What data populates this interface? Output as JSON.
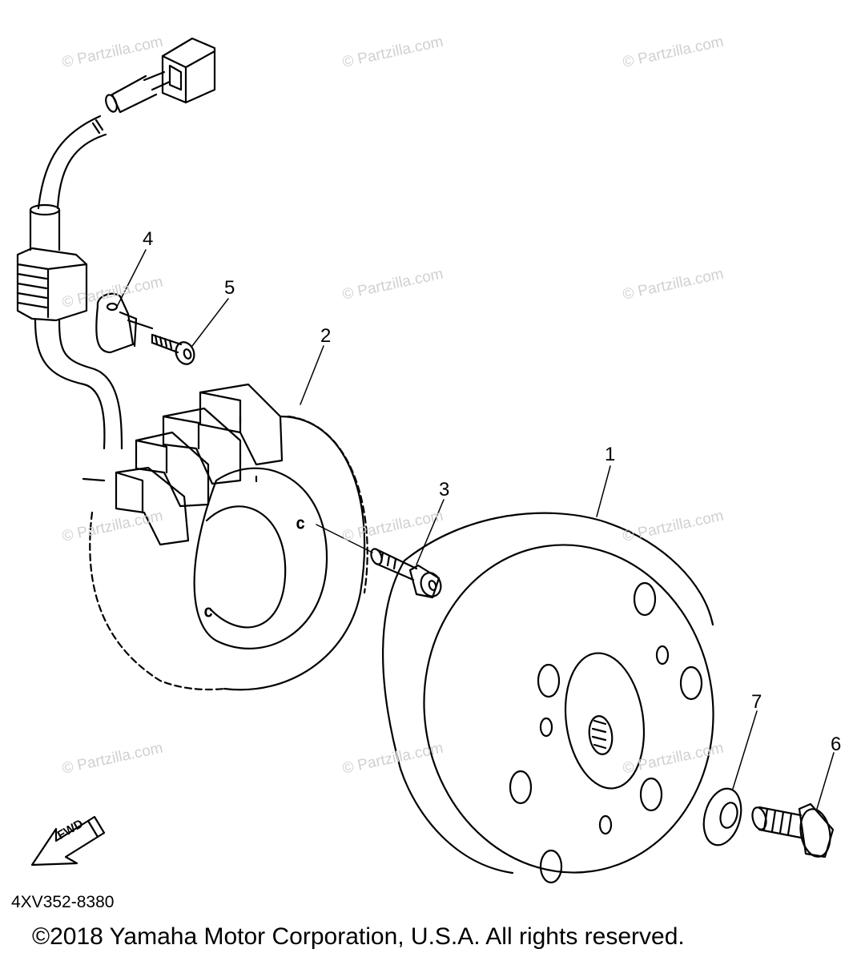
{
  "diagram": {
    "part_labels": [
      "1",
      "2",
      "3",
      "4",
      "5",
      "6",
      "7"
    ],
    "fwd_label": "FWD",
    "diagram_code": "4XV352-8380",
    "copyright": "©2018 Yamaha Motor Corporation, U.S.A. All rights reserved.",
    "watermark": "© Partzilla.com",
    "colors": {
      "line": "#000000",
      "watermark": "#d0d0d0",
      "background": "#ffffff"
    }
  }
}
